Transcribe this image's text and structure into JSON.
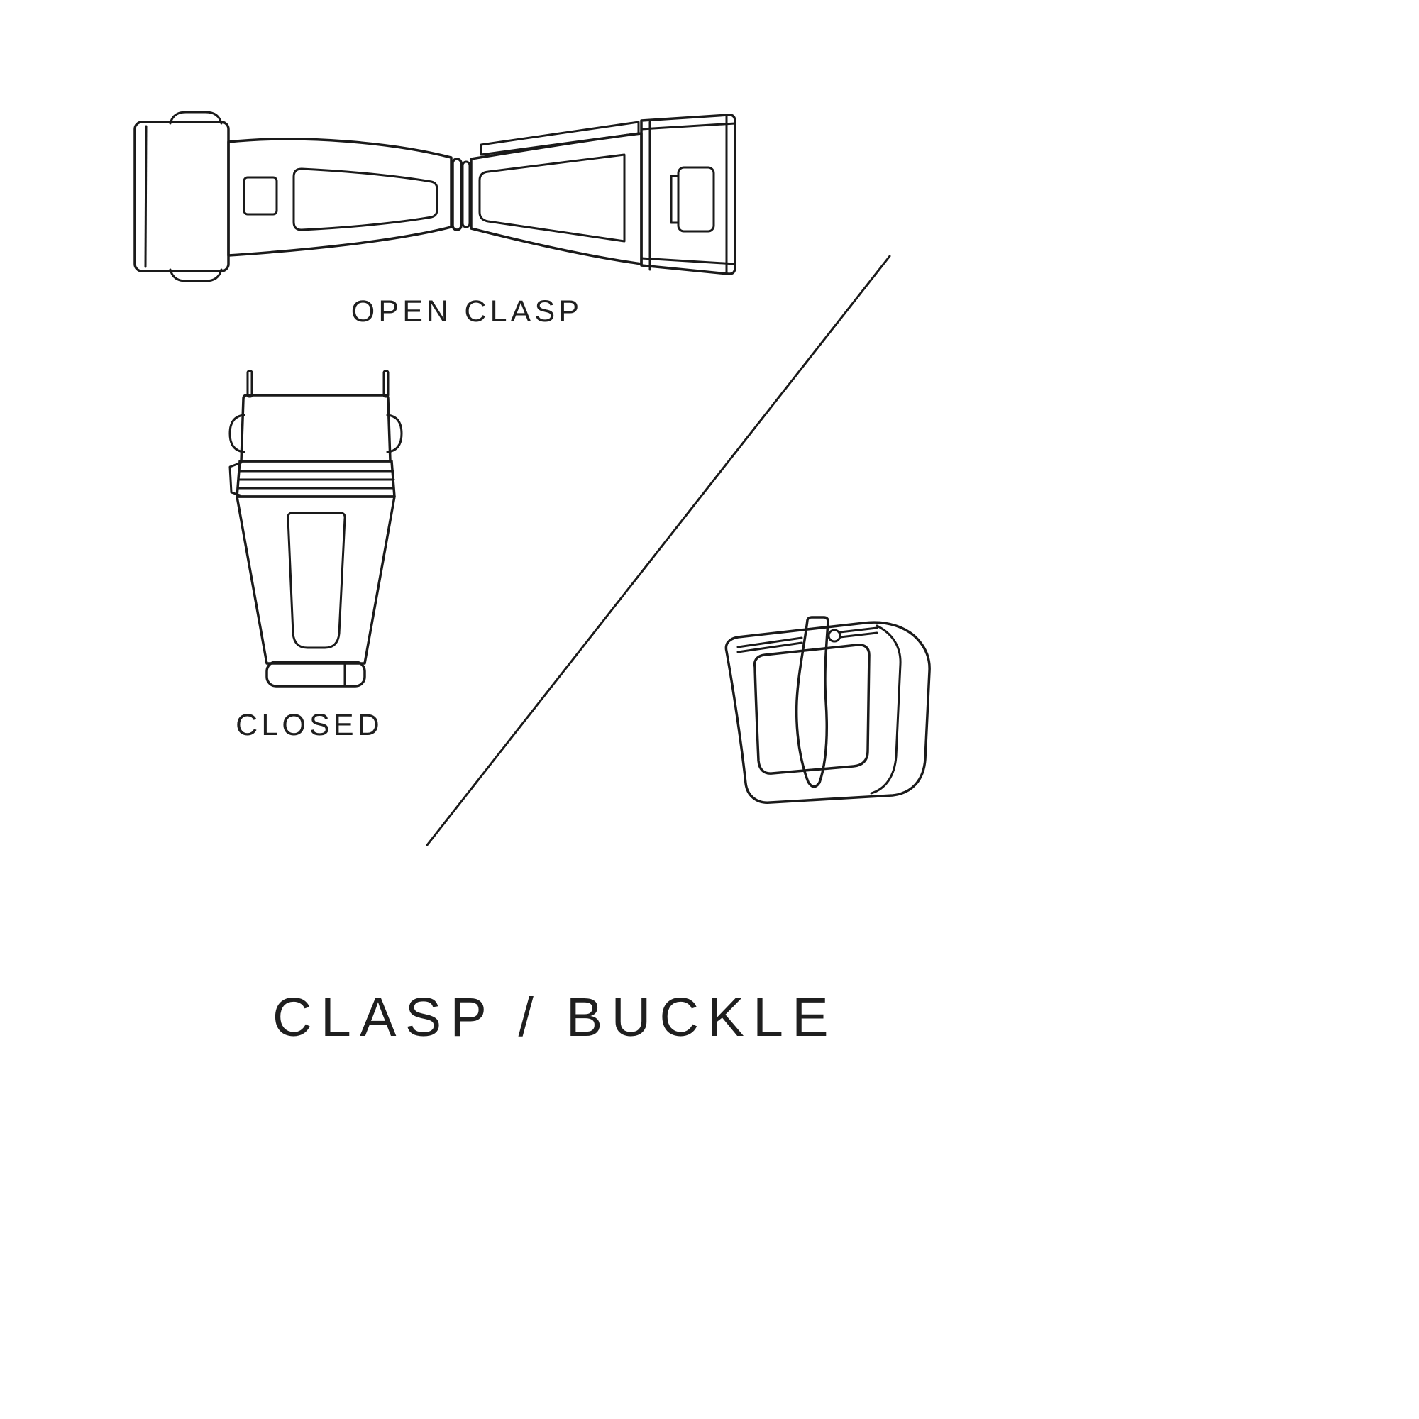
{
  "diagram": {
    "title": "CLASP / BUCKLE",
    "labels": {
      "open_clasp": "OPEN CLASP",
      "closed_clasp": "CLOSED"
    },
    "colors": {
      "line": "#1a1a1a",
      "text": "#1f1f1f",
      "background": "#ffffff"
    },
    "illustrations": [
      {
        "name": "open-clasp"
      },
      {
        "name": "closed-clasp"
      },
      {
        "name": "tang-buckle"
      }
    ]
  }
}
